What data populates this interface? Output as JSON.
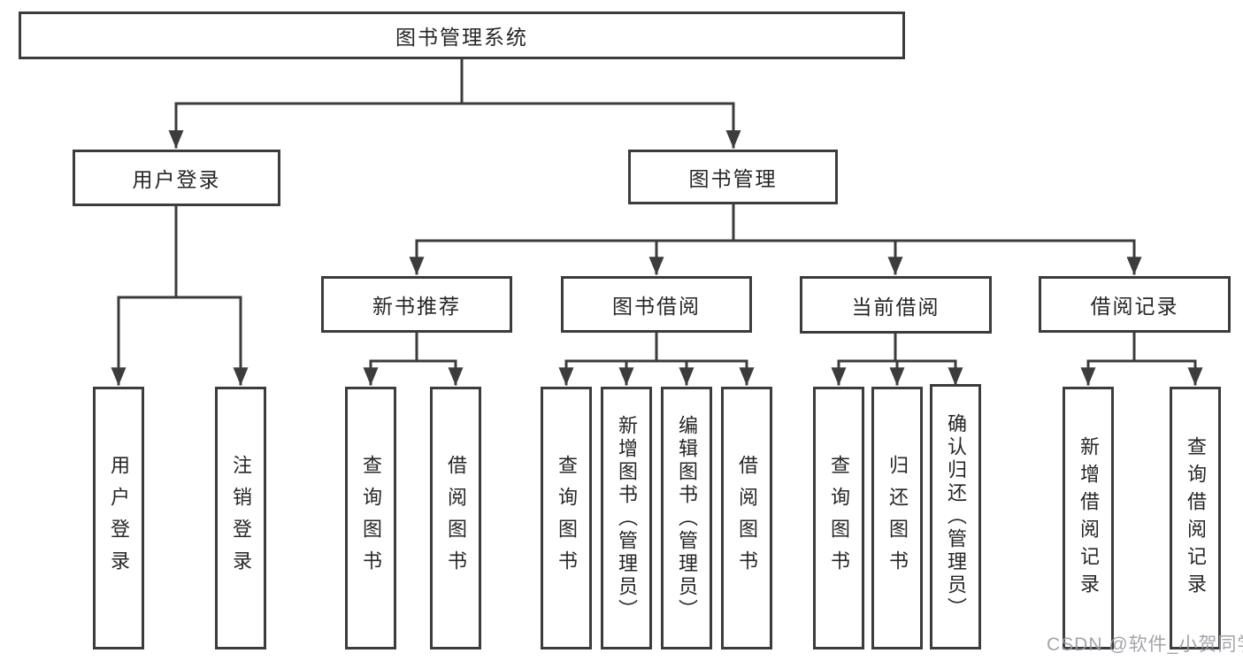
{
  "diagram": {
    "root": {
      "label": "图书管理系统"
    },
    "branches": [
      {
        "label": "用户登录",
        "children": [
          {
            "label": "用户登录"
          },
          {
            "label": "注销登录"
          }
        ]
      },
      {
        "label": "图书管理",
        "children": [
          {
            "label": "新书推荐",
            "children": [
              {
                "label": "查询图书"
              },
              {
                "label": "借阅图书"
              }
            ]
          },
          {
            "label": "图书借阅",
            "children": [
              {
                "label": "查询图书"
              },
              {
                "label": "新增图书（管理员）"
              },
              {
                "label": "编辑图书（管理员）"
              },
              {
                "label": "借阅图书"
              }
            ]
          },
          {
            "label": "当前借阅",
            "children": [
              {
                "label": "查询图书"
              },
              {
                "label": "归还图书"
              },
              {
                "label": "确认归还（管理员）"
              }
            ]
          },
          {
            "label": "借阅记录",
            "children": [
              {
                "label": "新增借阅记录"
              },
              {
                "label": "查询借阅记录"
              }
            ]
          }
        ]
      }
    ]
  },
  "watermark": "CSDN @软件_小贺同学",
  "colors": {
    "line": "#3c3c3c",
    "text": "#262626",
    "watermark": "#9a9ba2",
    "background": "#ffffff"
  }
}
